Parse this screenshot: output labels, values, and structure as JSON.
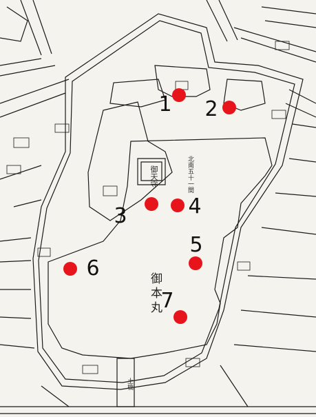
{
  "map": {
    "main_label": "御本丸",
    "tenshu_label": "御天守",
    "north_dim_label": "北南五十一間",
    "gate_label": "土橋",
    "markers": [
      {
        "number": "1"
      },
      {
        "number": "2"
      },
      {
        "number": "3"
      },
      {
        "number": "4"
      },
      {
        "number": "5"
      },
      {
        "number": "6"
      },
      {
        "number": "7"
      }
    ],
    "colors": {
      "marker": "#e8141c",
      "ink": "#1a1a1a",
      "paper": "#f4f3ee"
    }
  }
}
